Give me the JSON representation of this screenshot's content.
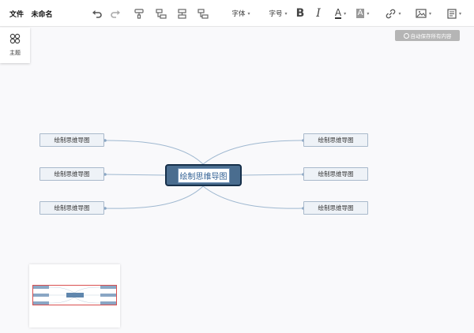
{
  "menu": {
    "file": "文件",
    "doc_title": "未命名"
  },
  "toolbar": {
    "font": "字体",
    "font_size": "字号",
    "bold": "B",
    "italic": "I",
    "text_color": "A",
    "highlight": "A",
    "caret": "▾"
  },
  "theme": {
    "label": "主题"
  },
  "autosave": {
    "label": "自动保存所有内容"
  },
  "mindmap": {
    "central": "绘制思维导图",
    "left_nodes": [
      "绘制思维导图",
      "绘制思维导图",
      "绘制思维导图"
    ],
    "right_nodes": [
      "绘制思维导图",
      "绘制思维导图",
      "绘制思维导图"
    ]
  },
  "colors": {
    "central_fill": "#4a6d8f",
    "central_border": "#17304a",
    "node_fill": "#eef2f7",
    "node_border": "#a9b9cb",
    "connector": "#9fb8d0",
    "minimap_frame": "#d94f4f"
  },
  "icons": [
    "undo-icon",
    "redo-icon",
    "format-painter-icon",
    "insert-sibling-icon",
    "insert-child-icon",
    "insert-parent-icon",
    "link-icon",
    "image-icon",
    "note-icon",
    "theme-icon"
  ]
}
